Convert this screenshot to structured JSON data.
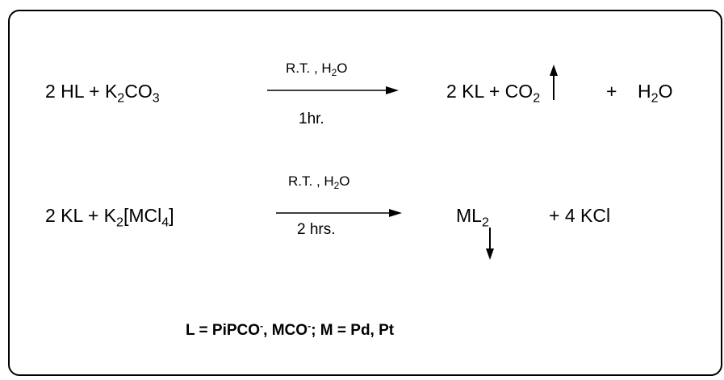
{
  "reaction1": {
    "reactant_prefix": "2 HL  +  K",
    "reactant_sub1": "2",
    "reactant_mid": "CO",
    "reactant_sub2": "3",
    "cond_top_prefix": "R.T. , H",
    "cond_top_sub": "2",
    "cond_top_suffix": "O",
    "cond_bottom": "1hr.",
    "product_prefix": "2 KL  +  CO",
    "product_sub": "2",
    "product_plus": "+",
    "water_prefix": "H",
    "water_sub": "2",
    "water_suffix": "O"
  },
  "reaction2": {
    "reactant_prefix": "2 KL   +   K",
    "reactant_sub1": "2",
    "reactant_mid": "[MCl",
    "reactant_sub2": "4",
    "reactant_suffix": "]",
    "cond_top_prefix": "R.T. , H",
    "cond_top_sub": "2",
    "cond_top_suffix": "O",
    "cond_bottom": "2 hrs.",
    "product_prefix": "ML",
    "product_sub": "2",
    "byproduct": "+ 4  KCl"
  },
  "legend": {
    "part1": "L = PiPCO",
    "sup1": "-",
    "part2": ", MCO",
    "sup2": "-",
    "part3": ";  M = Pd, Pt"
  }
}
